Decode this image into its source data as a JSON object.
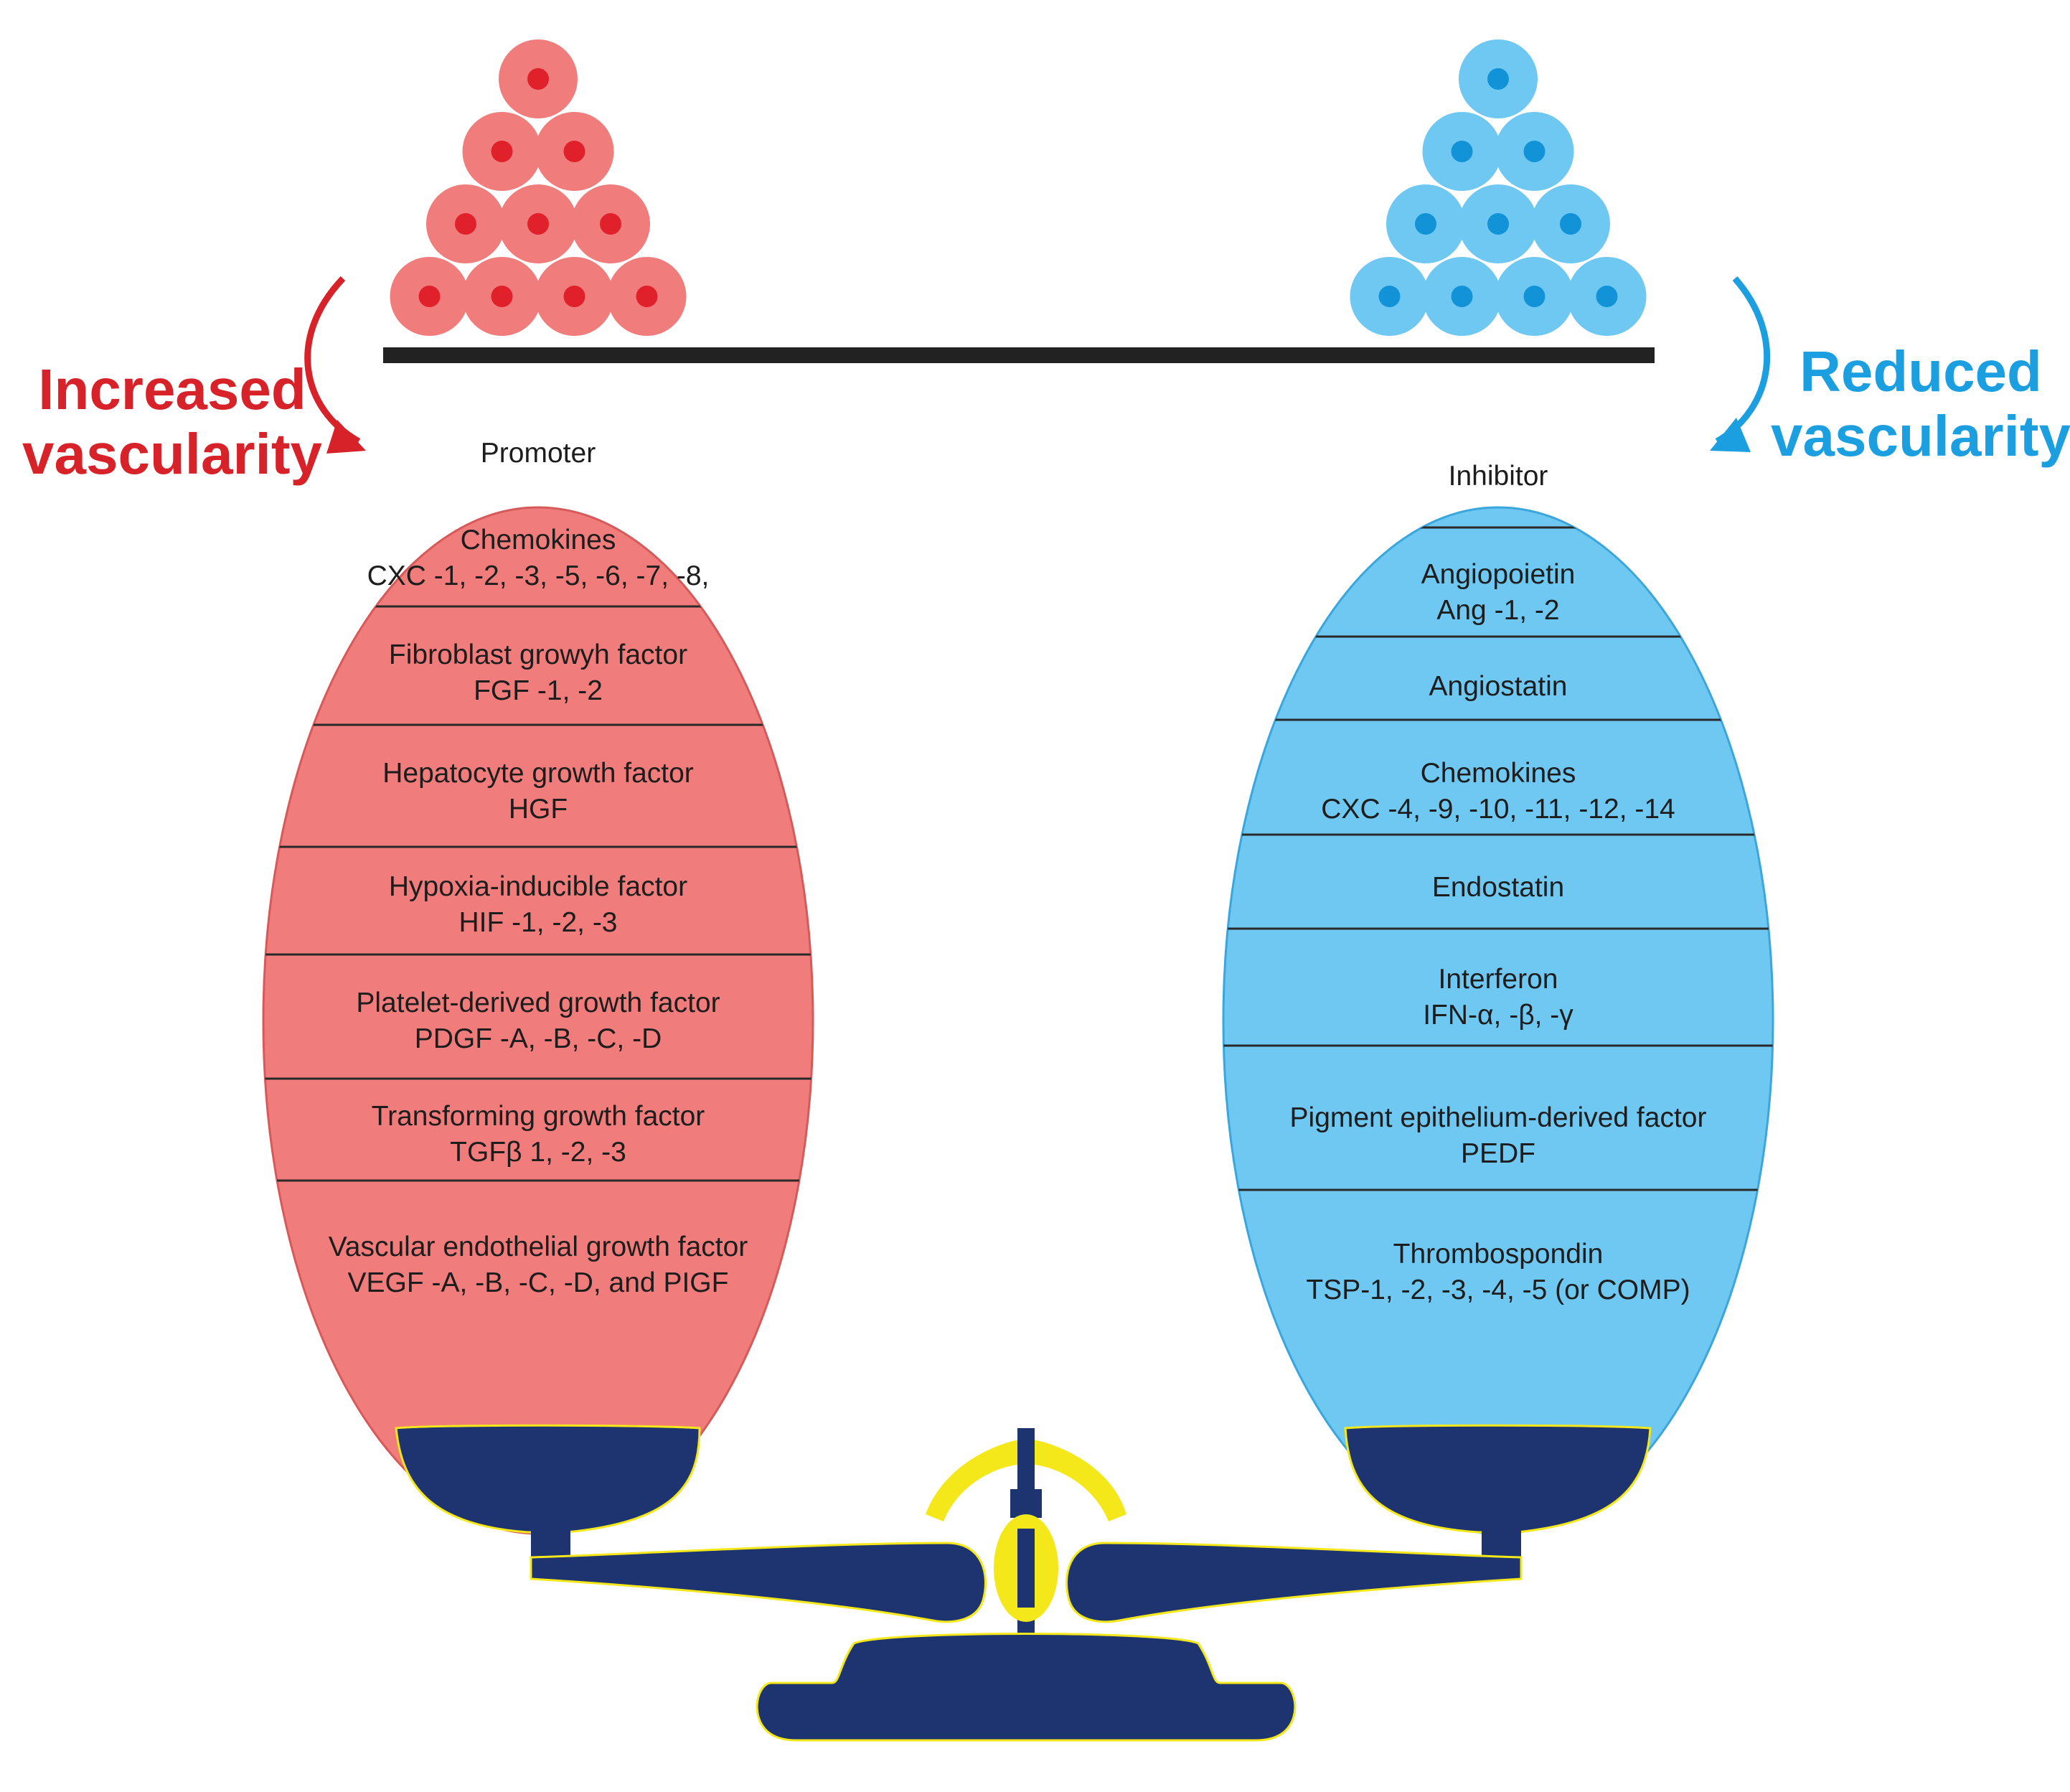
{
  "colors": {
    "promoter_fill": "#f07c7b",
    "promoter_cell_nucleus": "#e0202a",
    "promoter_label": "#d8222a",
    "inhibitor_fill": "#6ec8f2",
    "inhibitor_cell_nucleus": "#1293d8",
    "inhibitor_label": "#1b9fe0",
    "scale_body": "#1e3470",
    "scale_pivot": "#f5e81a",
    "beam": "#222222"
  },
  "left_label": {
    "line1": "Increased",
    "line2": "vascularity"
  },
  "right_label": {
    "line1": "Reduced",
    "line2": "vascularity"
  },
  "promoter": {
    "rows": [
      {
        "title": "Promoter",
        "sub": ""
      },
      {
        "title": "Chemokines",
        "sub": "CXC -1, -2, -3, -5, -6, -7, -8,"
      },
      {
        "title": "Fibroblast growyh factor",
        "sub": "FGF -1, -2"
      },
      {
        "title": "Hepatocyte growth factor",
        "sub": "HGF"
      },
      {
        "title": "Hypoxia-inducible factor",
        "sub": "HIF -1, -2, -3"
      },
      {
        "title": "Platelet-derived growth factor",
        "sub": "PDGF -A, -B, -C, -D"
      },
      {
        "title": "Transforming growth factor",
        "sub": "TGFβ 1, -2, -3"
      },
      {
        "title": "Vascular endothelial growth factor",
        "sub": "VEGF -A, -B, -C, -D, and PIGF"
      }
    ]
  },
  "inhibitor": {
    "rows": [
      {
        "title": "Inhibitor",
        "sub": ""
      },
      {
        "title": "Angiopoietin",
        "sub": "Ang -1, -2"
      },
      {
        "title": "Angiostatin",
        "sub": ""
      },
      {
        "title": "Chemokines",
        "sub": "CXC -4, -9, -10, -11, -12, -14"
      },
      {
        "title": "Endostatin",
        "sub": ""
      },
      {
        "title": "Interferon",
        "sub": "IFN-α, -β, -γ"
      },
      {
        "title": "Pigment epithelium-derived factor",
        "sub": "PEDF"
      },
      {
        "title": "Thrombospondin",
        "sub": "TSP-1, -2, -3, -4, -5 (or COMP)"
      }
    ]
  }
}
